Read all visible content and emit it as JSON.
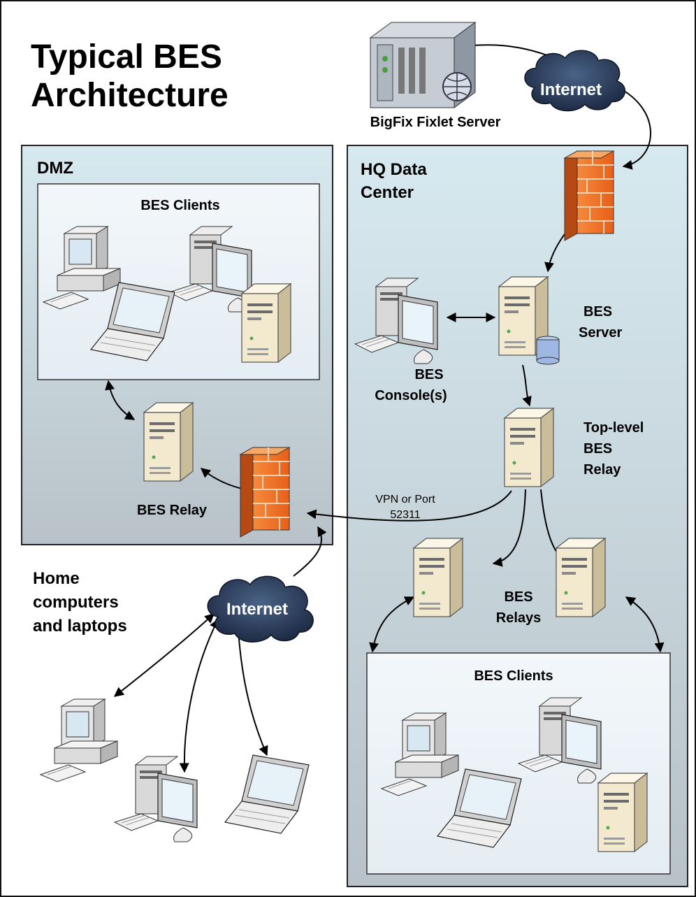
{
  "title": {
    "line1": "Typical BES",
    "line2": "Architecture"
  },
  "fixlet_server": {
    "label": "BigFix Fixlet Server"
  },
  "internet_top": {
    "label": "Internet"
  },
  "internet_bottom": {
    "label": "Internet"
  },
  "dmz": {
    "label": "DMZ",
    "clients_label": "BES Clients",
    "relay_label": "BES Relay"
  },
  "hq": {
    "label_line1": "HQ Data",
    "label_line2": "Center",
    "server_line1": "BES",
    "server_line2": "Server",
    "console_line1": "BES",
    "console_line2": "Console(s)",
    "top_relay_line1": "Top-level",
    "top_relay_line2": "BES",
    "top_relay_line3": "Relay",
    "relays_line1": "BES",
    "relays_line2": "Relays",
    "clients_label": "BES Clients"
  },
  "vpn": {
    "line1": "VPN or Port",
    "line2": "52311"
  },
  "home": {
    "line1": "Home",
    "line2": "computers",
    "line3": "and laptops"
  },
  "colors": {
    "zone_top": "#d6e8ef",
    "zone_bottom": "#b9c3c9",
    "firewall": "#ee6a22",
    "cloud": "#1c2a45",
    "server_body": "#f3ead2"
  }
}
